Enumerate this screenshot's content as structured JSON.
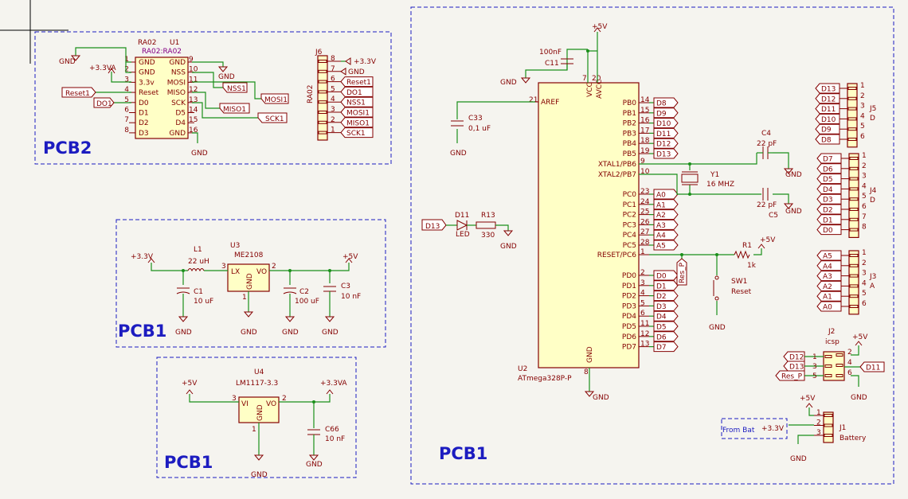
{
  "pcb_labels": {
    "pcb2": "PCB2",
    "pcb1_a": "PCB1",
    "pcb1_b": "PCB1",
    "pcb1_main": "PCB1"
  },
  "power": {
    "gnd": "GND",
    "v33": "+3.3V",
    "v33a": "+3.3VA",
    "v5": "+5V"
  },
  "u1": {
    "ref": "U1",
    "value": "RA02:RA02",
    "part": "RA02",
    "left_pins": [
      {
        "n": "1",
        "name": "GND"
      },
      {
        "n": "2",
        "name": "GND"
      },
      {
        "n": "3",
        "name": "3.3v"
      },
      {
        "n": "4",
        "name": "Reset"
      },
      {
        "n": "5",
        "name": "D0"
      },
      {
        "n": "6",
        "name": "D1"
      },
      {
        "n": "7",
        "name": "D2"
      },
      {
        "n": "8",
        "name": "D3"
      }
    ],
    "right_pins": [
      {
        "n": "9",
        "name": "GND"
      },
      {
        "n": "10",
        "name": "NSS"
      },
      {
        "n": "11",
        "name": "MOSI"
      },
      {
        "n": "12",
        "name": "MISO"
      },
      {
        "n": "13",
        "name": "SCK"
      },
      {
        "n": "14",
        "name": "D5"
      },
      {
        "n": "15",
        "name": "D4"
      },
      {
        "n": "16",
        "name": "GND"
      }
    ],
    "labels": {
      "reset": "Reset1",
      "do1": "DO1",
      "nss": "NSS1",
      "mosi": "MOSI1",
      "miso": "MISO1",
      "sck": "SCK1"
    }
  },
  "j6": {
    "ref": "J6",
    "part": "RA02",
    "pins": [
      {
        "n": "8",
        "label": "+3.3V"
      },
      {
        "n": "7",
        "label": "GND"
      },
      {
        "n": "6",
        "label": "Reset1"
      },
      {
        "n": "5",
        "label": "DO1"
      },
      {
        "n": "4",
        "label": "NSS1"
      },
      {
        "n": "3",
        "label": "MOSI1"
      },
      {
        "n": "2",
        "label": "MISO1"
      },
      {
        "n": "1",
        "label": "SCK1"
      }
    ]
  },
  "u3": {
    "ref": "U3",
    "value": "ME2108",
    "lx": "LX",
    "vo": "VO",
    "gnd": "GND",
    "p1": "1",
    "p2": "2",
    "p3": "3"
  },
  "l1": {
    "ref": "L1",
    "value": "22 uH"
  },
  "c1": {
    "ref": "C1",
    "value": "10 uF"
  },
  "c2": {
    "ref": "C2",
    "value": "100 uF"
  },
  "c3": {
    "ref": "C3",
    "value": "10 nF"
  },
  "u4": {
    "ref": "U4",
    "value": "LM1117-3.3",
    "vi": "VI",
    "vo": "VO",
    "gnd": "GND",
    "p1": "1",
    "p2": "2",
    "p3": "3"
  },
  "c66": {
    "ref": "C66",
    "value": "10 nF"
  },
  "u2": {
    "ref": "U2",
    "value": "ATmega328P-P",
    "vcc": "VCC",
    "avcc": "AVCC",
    "aref": "AREF",
    "gnd": "GND",
    "p7": "7",
    "p20": "20",
    "p21": "21",
    "p8": "8",
    "portb": [
      {
        "n": "14",
        "name": "PB0",
        "label": "D8"
      },
      {
        "n": "15",
        "name": "PB1",
        "label": "D9"
      },
      {
        "n": "16",
        "name": "PB2",
        "label": "D10"
      },
      {
        "n": "17",
        "name": "PB3",
        "label": "D11"
      },
      {
        "n": "18",
        "name": "PB4",
        "label": "D12"
      },
      {
        "n": "19",
        "name": "PB5",
        "label": "D13"
      }
    ],
    "xtal": [
      {
        "n": "9",
        "name": "XTAL1/PB6"
      },
      {
        "n": "10",
        "name": "XTAL2/PB7"
      }
    ],
    "portc": [
      {
        "n": "23",
        "name": "PC0",
        "label": "A0"
      },
      {
        "n": "24",
        "name": "PC1",
        "label": "A1"
      },
      {
        "n": "25",
        "name": "PC2",
        "label": "A2"
      },
      {
        "n": "26",
        "name": "PC3",
        "label": "A3"
      },
      {
        "n": "27",
        "name": "PC4",
        "label": "A4"
      },
      {
        "n": "28",
        "name": "PC5",
        "label": "A5"
      }
    ],
    "reset": {
      "n": "1",
      "name": "RESET/PC6"
    },
    "portd": [
      {
        "n": "2",
        "name": "PD0",
        "label": "D0"
      },
      {
        "n": "3",
        "name": "PD1",
        "label": "D1"
      },
      {
        "n": "4",
        "name": "PD2",
        "label": "D2"
      },
      {
        "n": "5",
        "name": "PD3",
        "label": "D3"
      },
      {
        "n": "6",
        "name": "PD4",
        "label": "D4"
      },
      {
        "n": "11",
        "name": "PD5",
        "label": "D5"
      },
      {
        "n": "12",
        "name": "PD6",
        "label": "D6"
      },
      {
        "n": "13",
        "name": "PD7",
        "label": "D7"
      }
    ]
  },
  "c11": {
    "ref": "C11",
    "value": "100nF"
  },
  "c33": {
    "ref": "C33",
    "value": "0,1 uF"
  },
  "d11": {
    "ref": "D11",
    "value": "LED",
    "net": "D13"
  },
  "r13": {
    "ref": "R13",
    "value": "330"
  },
  "c4": {
    "ref": "C4",
    "value": "22 pF"
  },
  "c5": {
    "ref": "C5",
    "value": "22 pF"
  },
  "y1": {
    "ref": "Y1",
    "value": "16 MHZ"
  },
  "r1": {
    "ref": "R1",
    "value": "1k"
  },
  "sw1": {
    "ref": "SW1",
    "value": "Reset",
    "net": "Res_P"
  },
  "j5": {
    "ref": "J5",
    "value": "D",
    "labels": [
      "D13",
      "D12",
      "D11",
      "D10",
      "D9",
      "D8"
    ]
  },
  "j4": {
    "ref": "J4",
    "value": "D",
    "labels": [
      "D7",
      "D6",
      "D5",
      "D4",
      "D3",
      "D2",
      "D1",
      "D0"
    ]
  },
  "j3": {
    "ref": "J3",
    "value": "A",
    "labels": [
      "A5",
      "A4",
      "A3",
      "A2",
      "A1",
      "A0"
    ]
  },
  "j2": {
    "ref": "J2",
    "value": "icsp",
    "left": [
      {
        "label": "D12",
        "n": "1"
      },
      {
        "label": "D13",
        "n": "3"
      },
      {
        "label": "Res_P",
        "n": "5"
      }
    ],
    "right": [
      {
        "n": "2"
      },
      {
        "n": "4",
        "label": "D11"
      },
      {
        "n": "6"
      }
    ]
  },
  "j1": {
    "ref": "J1",
    "value": "Battery",
    "label": "From Bat",
    "pins": [
      "1",
      "2",
      "3"
    ]
  }
}
